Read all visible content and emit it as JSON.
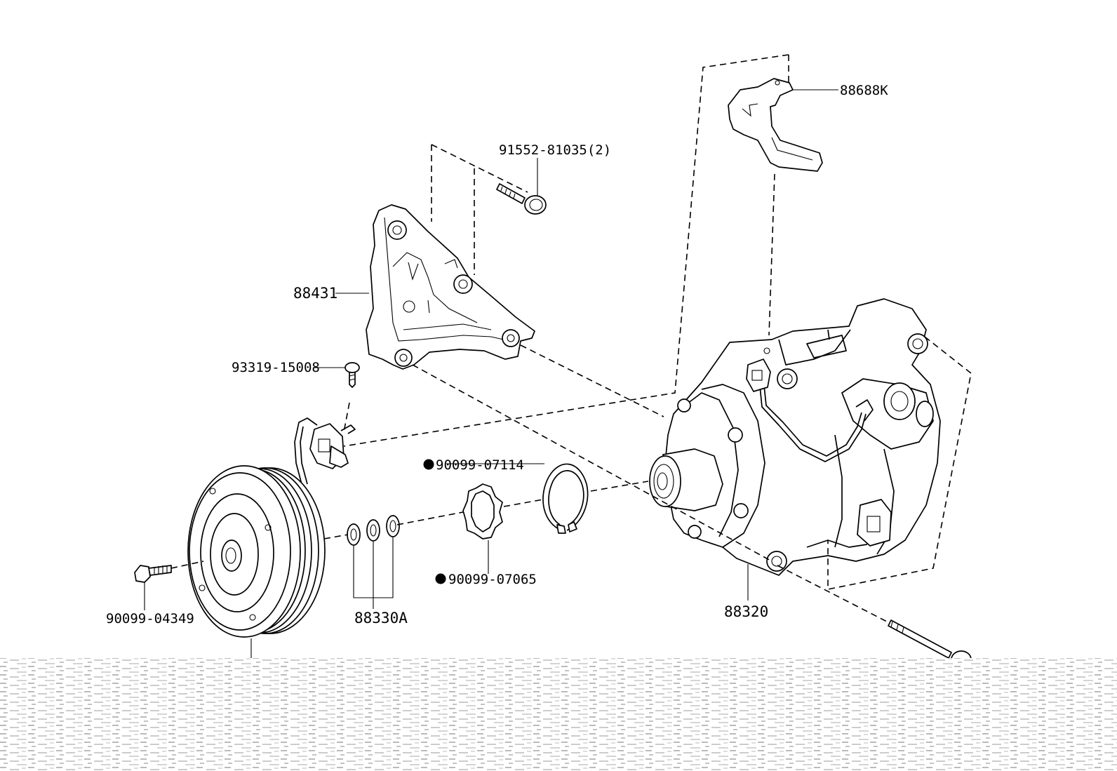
{
  "diagram": {
    "parts": {
      "bracket_clip": "88688K",
      "bolt_upper": "91552-81035(2)",
      "bracket": "88431",
      "screw": "93319-15008",
      "snap_ring": "90099-07114",
      "retaining_ring": "90099-07065",
      "shims": "88330A",
      "clutch_bolt": "90099-04349",
      "compressor": "88320"
    },
    "symbols": {
      "non_reusable_marker": "●"
    },
    "colors": {
      "line": "#000000",
      "background": "#ffffff"
    }
  }
}
